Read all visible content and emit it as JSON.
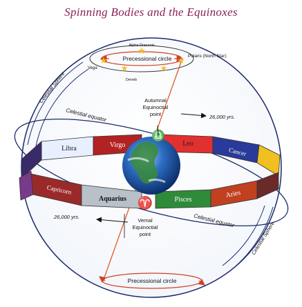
{
  "title": "Spinning Bodies and the Equinoxes",
  "stars": {
    "alpha_draconis": "Alpha Draconis",
    "polaris": "Polaris (North Star)",
    "vega": "Vega",
    "deneb": "Deneb"
  },
  "circles": {
    "precessional_top": "Precessional circle",
    "precessional_bottom": "Precessional circle"
  },
  "sphere": {
    "left": "Celestial Sphere",
    "right": "Celestial Sphere"
  },
  "equator": {
    "left": "Celestial equator",
    "right": "Celestial equator"
  },
  "autumnal": {
    "line1": "Autumnal",
    "line2": "Equinoctial",
    "line3": "point"
  },
  "vernal": {
    "line1": "Vernal",
    "line2": "Equinoctial",
    "line3": "point"
  },
  "years": {
    "right": "26,000 yrs.",
    "left": "26,000 yrs."
  },
  "zodiac": {
    "libra": "Libra",
    "virgo": "Virgo",
    "leo": "Leo",
    "cancer": "Cancer",
    "capricorn": "Capricorn",
    "aquarius": "Aquarius",
    "pisces": "Pisces",
    "aries": "Aries"
  },
  "colors": {
    "title": "#8b1f5a",
    "libra": "#e8f0ff",
    "virgo": "#b22222",
    "leo": "#e03030",
    "cancer": "#2a3a9a",
    "capricorn": "#9a2a2a",
    "aquarius": "#b8c0c8",
    "pisces": "#2e8b3a",
    "aries": "#c04020",
    "axis": "#e05a2a"
  }
}
